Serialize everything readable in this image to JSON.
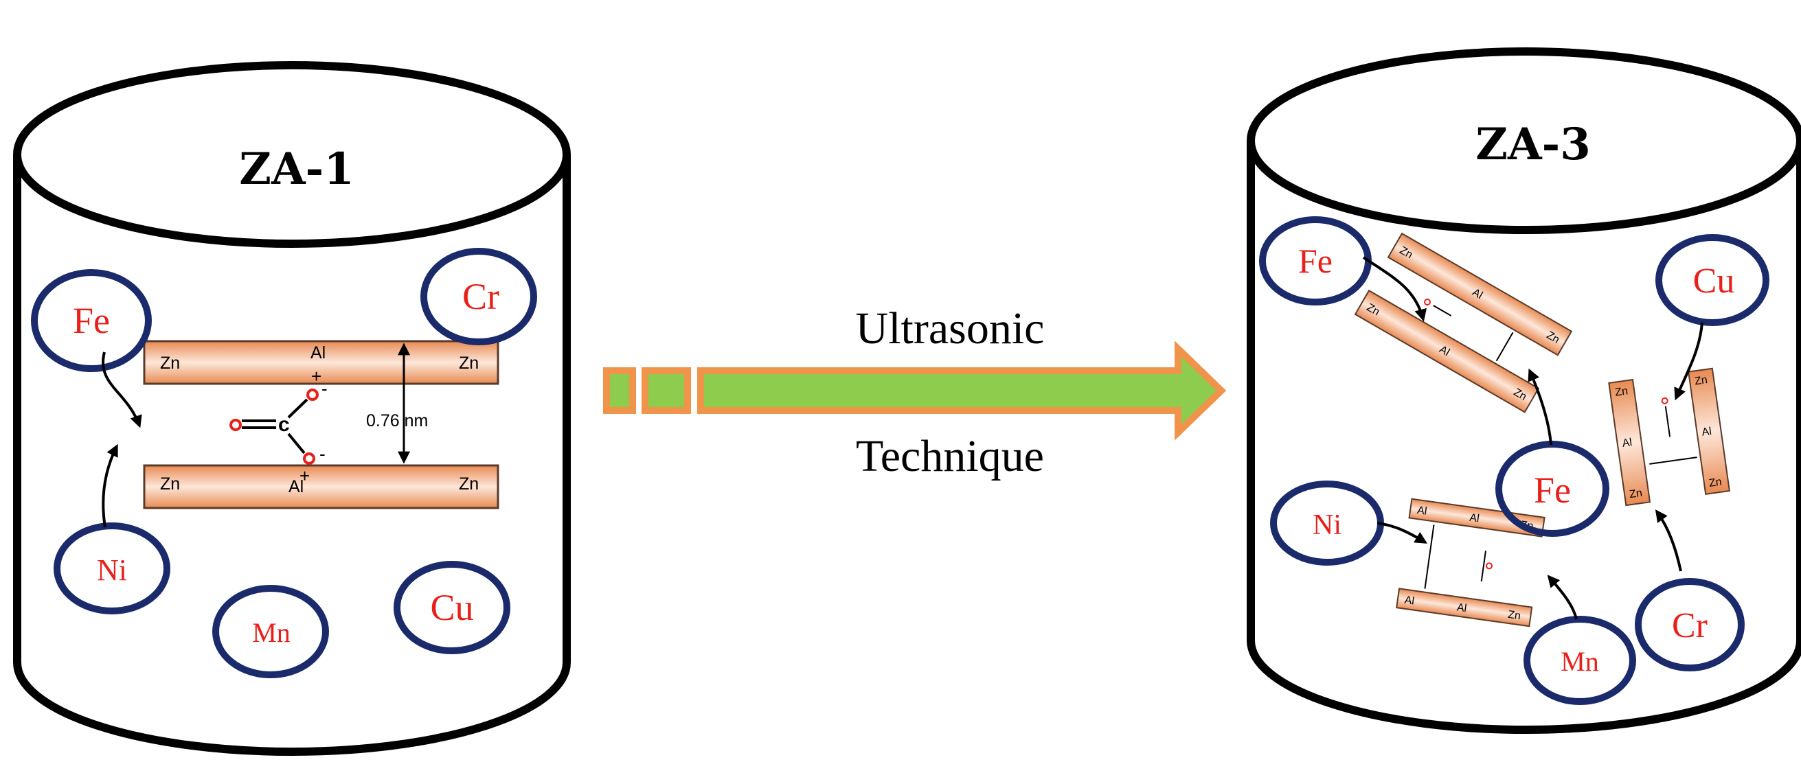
{
  "colors": {
    "ring": "#1a2a6a",
    "metal_text": "#e8201c",
    "layer_fill": "#f0a06c",
    "arrow_fill": "#8dcc4c",
    "arrow_stroke": "#f0944c"
  },
  "left_cylinder": {
    "title": "ZA-1",
    "metals": {
      "fe": "Fe",
      "cr": "Cr",
      "ni": "Ni",
      "mn": "Mn",
      "cu": "Cu"
    },
    "top_layer": {
      "left": "Zn",
      "center": "Al",
      "right": "Zn",
      "charge": "+"
    },
    "bottom_layer": {
      "left": "Zn",
      "center": "Al",
      "right": "Zn",
      "charge": "+"
    },
    "carbonate": {
      "o_left": "o",
      "c": "c",
      "o_top": "o",
      "o_bottom": "o",
      "minus": "-"
    },
    "interlayer_spacing": "0.76 nm"
  },
  "process_arrow": {
    "line1": "Ultrasonic",
    "line2": "Technique"
  },
  "right_cylinder": {
    "title": "ZA-3",
    "metals": {
      "fe_top": "Fe",
      "cu": "Cu",
      "fe_mid": "Fe",
      "ni": "Ni",
      "cr": "Cr",
      "mn": "Mn"
    },
    "layer_labels": {
      "zn": "Zn",
      "al": "Al"
    }
  }
}
